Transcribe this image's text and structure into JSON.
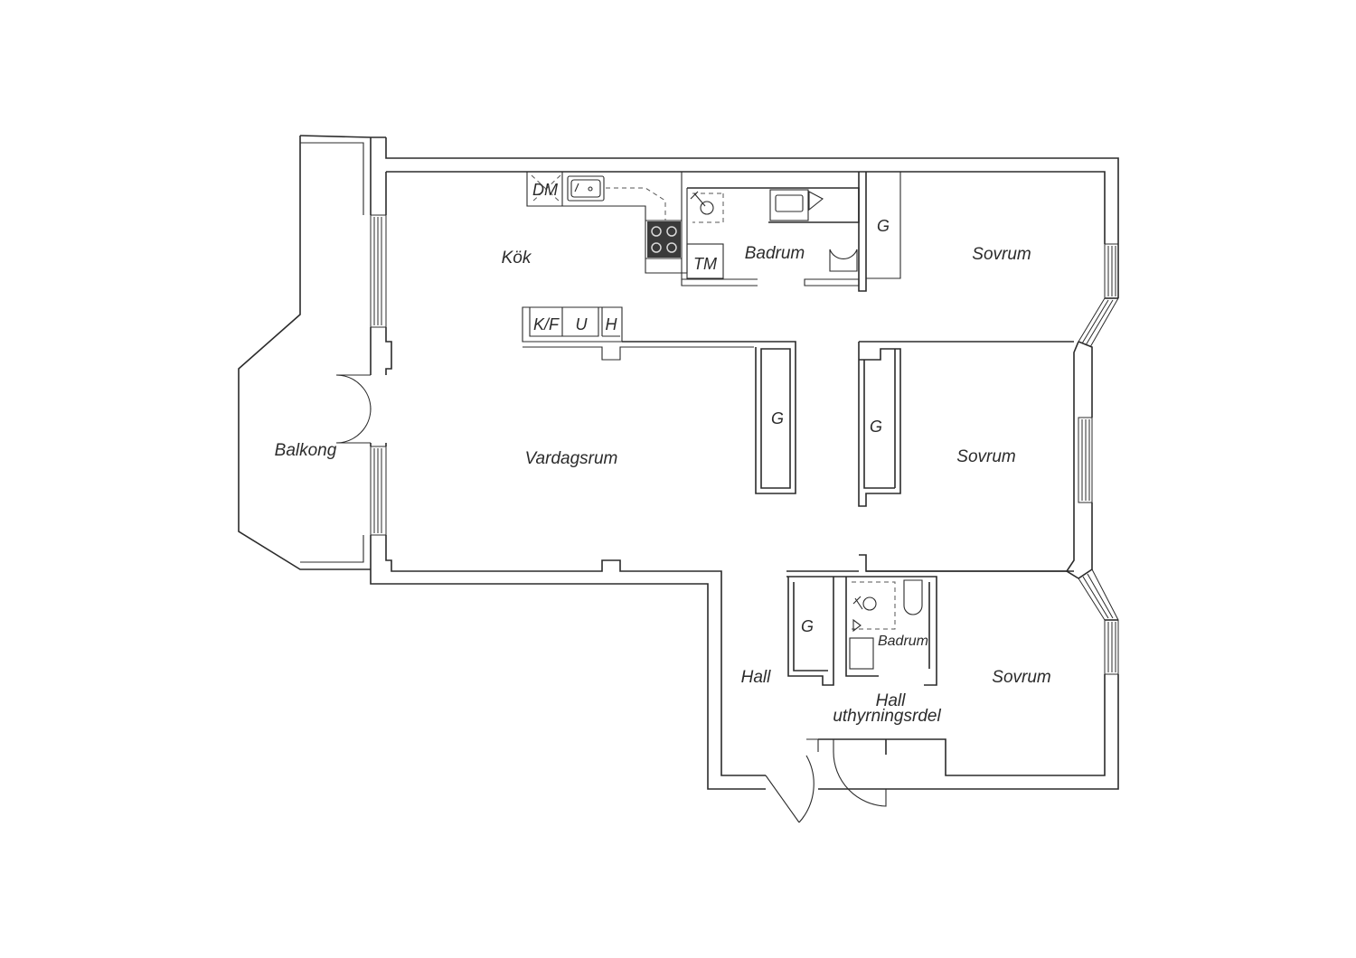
{
  "rooms": {
    "kok": "Kök",
    "badrum_main": "Badrum",
    "sovrum_1": "Sovrum",
    "sovrum_2": "Sovrum",
    "sovrum_3": "Sovrum",
    "vardagsrum": "Vardagsrum",
    "balkong": "Balkong",
    "hall": "Hall",
    "hall_uthyrning_line1": "Hall",
    "hall_uthyrning_line2": "uthyrningsrdel",
    "badrum_small": "Badrum"
  },
  "fixtures": {
    "dm": "DM",
    "tm": "TM",
    "kf": "K/F",
    "u": "U",
    "h": "H",
    "g_bedroom1": "G",
    "g_center_left": "G",
    "g_center_right": "G",
    "g_hall": "G"
  },
  "colors": {
    "line": "#2b2b2b",
    "stove": "#3a3a3a",
    "background": "#ffffff"
  }
}
